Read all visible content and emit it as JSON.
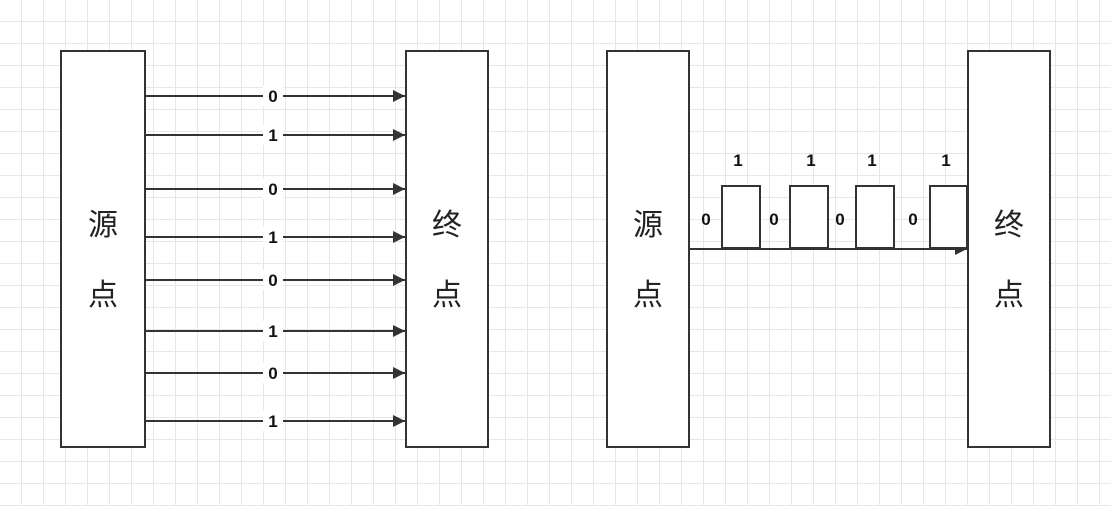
{
  "parallel": {
    "source_chars": [
      "源",
      "点"
    ],
    "dest_chars": [
      "终",
      "点"
    ],
    "bits": [
      "0",
      "1",
      "0",
      "1",
      "0",
      "1",
      "0",
      "1"
    ]
  },
  "serial": {
    "source_chars": [
      "源",
      "点"
    ],
    "dest_chars": [
      "终",
      "点"
    ],
    "low_bits": [
      "0",
      "0",
      "0",
      "0"
    ],
    "high_bits": [
      "1",
      "1",
      "1",
      "1"
    ]
  },
  "colors": {
    "line": "#333333",
    "grid": "#e6e6e6",
    "background": "#ffffff"
  }
}
